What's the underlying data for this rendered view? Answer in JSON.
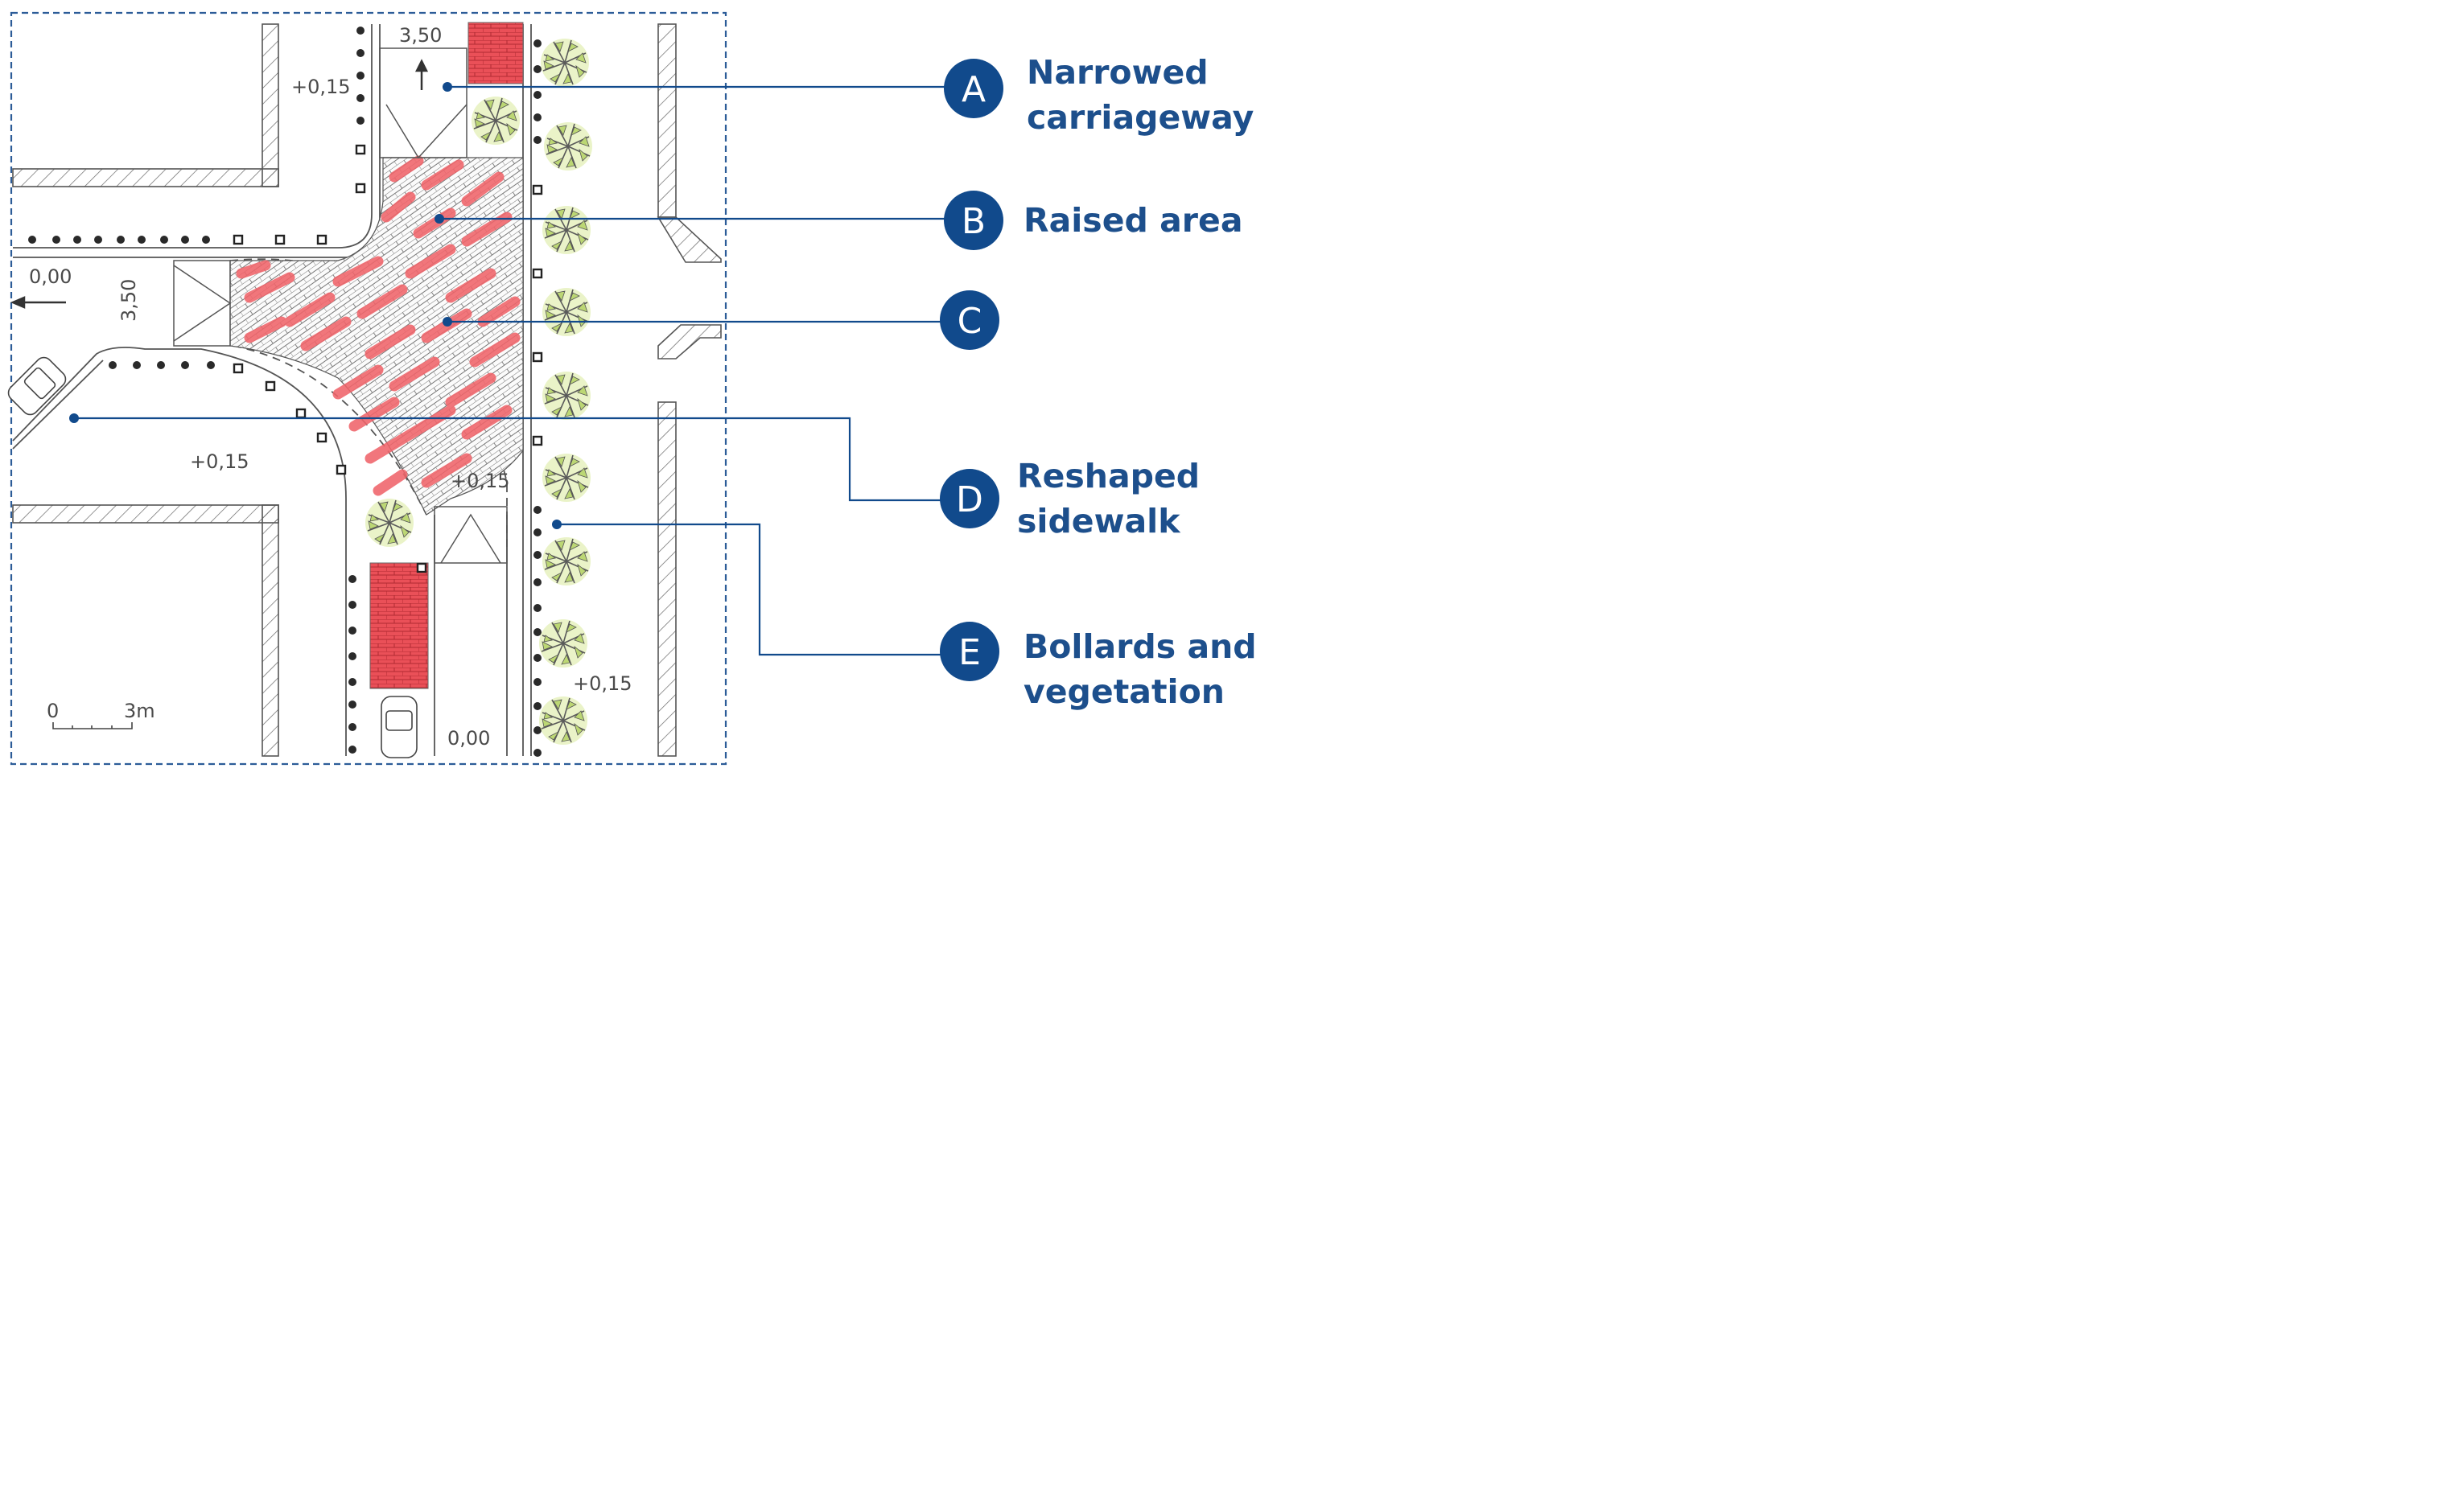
{
  "colors": {
    "accent": "#114a8c",
    "label_text": "#1d4f8c",
    "paving_red": "#f0646a",
    "tree_green": "#c7df86",
    "sketch_line": "#555555"
  },
  "plan": {
    "elevation_top_left": "+0,15",
    "elevation_bottom_left": "+0,15",
    "elevation_corner": "+0,15",
    "elevation_right": "+0,15",
    "road_level_left": "0,00",
    "road_level_bottom": "0,00",
    "width_top": "3,50",
    "width_left": "3,50",
    "scale_start": "0",
    "scale_end": "3m",
    "icons": [
      "north-arrow-icon",
      "west-arrow-icon",
      "car-icon",
      "tree-icon",
      "bollard-icon"
    ]
  },
  "callouts": [
    {
      "letter": "A",
      "label_line1": "Narrowed",
      "label_line2": "carriageway"
    },
    {
      "letter": "B",
      "label_line1": "Raised area",
      "label_line2": ""
    },
    {
      "letter": "C",
      "label_line1": "",
      "label_line2": ""
    },
    {
      "letter": "D",
      "label_line1": "Reshaped",
      "label_line2": "sidewalk"
    },
    {
      "letter": "E",
      "label_line1": "Bollards and",
      "label_line2": "vegetation"
    }
  ]
}
